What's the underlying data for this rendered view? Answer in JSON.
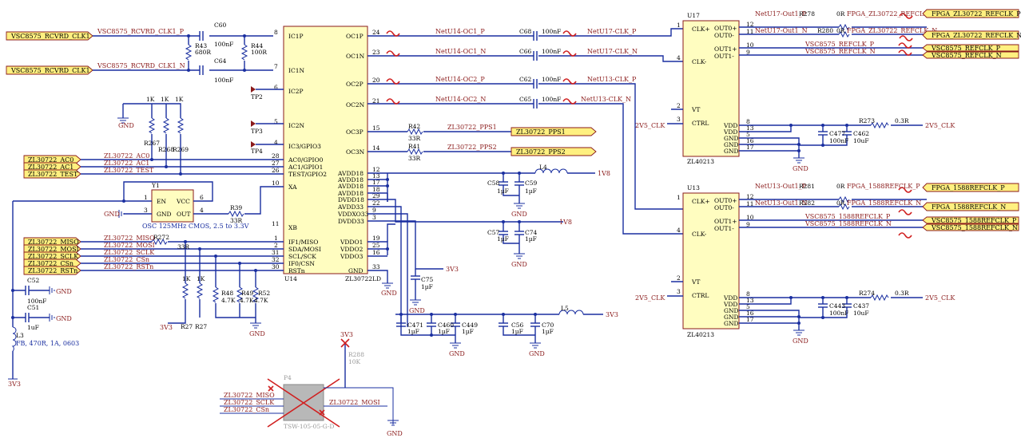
{
  "colors": {
    "wire": "#1a2fa0",
    "component_border": "#8a1a1a",
    "component_fill": "#fffdc0",
    "port_fill": "#fff080",
    "no_connect": "#d02020",
    "disabled": "#999999"
  },
  "ports_left": {
    "p1": "VSC8575_RCVRD_CLK1",
    "p2": "VSC8575_RCVRD_CLK1",
    "p3": "ZL30722_AC0",
    "p4": "ZL30722_AC1",
    "p5": "ZL30722_TEST",
    "p6": "ZL30722_MISO",
    "p7": "ZL30722_MOSI",
    "p8": "ZL30722_SCLK",
    "p9": "ZL30722_CSn",
    "p10": "ZL30722_RSTn"
  },
  "nets": {
    "rcvrd_p": "VSC8575_RCVRD_CLK1_P",
    "rcvrd_n": "VSC8575_RCVRD_CLK1_N",
    "ac0": "ZL30722_AC0",
    "ac1": "ZL30722_AC1",
    "test": "ZL30722_TEST",
    "miso": "ZL30722_MISO",
    "mosi": "ZL30722_MOSI",
    "sclk": "ZL30722_SCLK",
    "csn": "ZL30722_CSn",
    "rstn": "ZL30722_RSTn",
    "oc1p": "NetU14-OC1_P",
    "oc1n": "NetU14-OC1_N",
    "oc2p": "NetU14-OC2_P",
    "oc2n": "NetU14-OC2_N",
    "u17p": "NetU17-CLK_P",
    "u17n": "NetU17-CLK_N",
    "u13p": "NetU13-CLK_P",
    "u13n": "NetU13-CLK_N",
    "pps1": "ZL30722_PPS1",
    "pps2": "ZL30722_PPS2",
    "u17o1p": "NetU17-Out1_P",
    "u17o1n": "NetU17-Out1_N",
    "u13o1p": "NetU13-Out1_P",
    "u13o1n": "NetU13-Out1_N",
    "fpga_ref_p": "FPGA_ZL30722_REFCLK_P",
    "fpga_ref_n": "FPGA_ZL30722_REFCLK_N",
    "vsc_ref_p": "VSC8575_REFCLK_P",
    "vsc_ref_n": "VSC8575_REFCLK_N",
    "fpga_1588_p": "FPGA_1588REFCLK_P",
    "fpga_1588_n": "FPGA_1588REFCLK_N",
    "vsc_1588_p": "VSC8575_1588REFCLK_P",
    "vsc_1588_n": "VSC8575_1588REFCLK_N",
    "v1v8": "1V8",
    "v3v3": "3V3",
    "v2v5clk": "2V5_CLK",
    "gnd": "GND"
  },
  "ports_right": {
    "r1": "FPGA_ZL30722_REFCLK_P",
    "r2": "FPGA_ZL30722_REFCLK_N",
    "r3": "VSC8575_REFCLK_P",
    "r4": "VSC8575_REFCLK_N",
    "r5": "FPGA_1588REFCLK_P",
    "r6": "FPGA_1588REFCLK_N",
    "r7": "VSC8575_1588REFCLK_P",
    "r8": "VSC8575_1588REFCLK_N",
    "pps1": "ZL30722_PPS1",
    "pps2": "ZL30722_PPS2"
  },
  "u14": {
    "ref": "U14",
    "part": "ZL30722LD",
    "left_pins": [
      {
        "num": "8",
        "name": "IC1P"
      },
      {
        "num": "7",
        "name": "IC1N"
      },
      {
        "num": "6",
        "name": "IC2P"
      },
      {
        "num": "5",
        "name": "IC2N"
      },
      {
        "num": "4",
        "name": "IC3/GPIO3"
      },
      {
        "num": "28",
        "name": "AC0/GPIO0"
      },
      {
        "num": "27",
        "name": "AC1/GPIO1"
      },
      {
        "num": "26",
        "name": "TEST/GPIO2"
      },
      {
        "num": "10",
        "name": "XA"
      },
      {
        "num": "11",
        "name": "XB"
      },
      {
        "num": "1",
        "name": "IF1/MISO"
      },
      {
        "num": "2",
        "name": "SDA/MOSI"
      },
      {
        "num": "31",
        "name": "SCL/SCK"
      },
      {
        "num": "32",
        "name": "IF0/CSN"
      },
      {
        "num": "30",
        "name": "RSTn"
      }
    ],
    "right_pins": [
      {
        "num": "24",
        "name": "OC1P"
      },
      {
        "num": "23",
        "name": "OC1N"
      },
      {
        "num": "20",
        "name": "OC2P"
      },
      {
        "num": "21",
        "name": "OC2N"
      },
      {
        "num": "15",
        "name": "OC3P"
      },
      {
        "num": "14",
        "name": "OC3N"
      },
      {
        "num": "12",
        "name": "AVDD18"
      },
      {
        "num": "13",
        "name": "AVDD18"
      },
      {
        "num": "17",
        "name": "AVDD18"
      },
      {
        "num": "18",
        "name": "AVDD18"
      },
      {
        "num": "29",
        "name": "DVDD18"
      },
      {
        "num": "22",
        "name": "AVDD33"
      },
      {
        "num": "9",
        "name": "VDDXO33"
      },
      {
        "num": "3",
        "name": "DVDD33"
      },
      {
        "num": "19",
        "name": "VDDO1"
      },
      {
        "num": "25",
        "name": "VDDO2"
      },
      {
        "num": "16",
        "name": "VDDO3"
      },
      {
        "num": "33",
        "name": "GND"
      }
    ]
  },
  "u17": {
    "ref": "U17",
    "part": "ZL40213",
    "left_pins": [
      {
        "num": "1",
        "name": "CLK+"
      },
      {
        "num": "4",
        "name": "CLK-"
      },
      {
        "num": "2",
        "name": "VT"
      },
      {
        "num": "3",
        "name": "CTRL"
      }
    ],
    "right_pins": [
      {
        "num": "12",
        "name": "OUT0+"
      },
      {
        "num": "11",
        "name": "OUT0-"
      },
      {
        "num": "10",
        "name": "OUT1+"
      },
      {
        "num": "9",
        "name": "OUT1-"
      },
      {
        "num": "8",
        "name": "VDD"
      },
      {
        "num": "13",
        "name": "VDD"
      },
      {
        "num": "5",
        "name": "GND"
      },
      {
        "num": "16",
        "name": "GND"
      },
      {
        "num": "17",
        "name": "GND"
      }
    ]
  },
  "u13": {
    "ref": "U13",
    "part": "ZL40213",
    "left_pins": [
      {
        "num": "1",
        "name": "CLK+"
      },
      {
        "num": "4",
        "name": "CLK-"
      },
      {
        "num": "2",
        "name": "VT"
      },
      {
        "num": "3",
        "name": "CTRL"
      }
    ],
    "right_pins": [
      {
        "num": "12",
        "name": "OUT0+"
      },
      {
        "num": "11",
        "name": "OUT0-"
      },
      {
        "num": "10",
        "name": "OUT1+"
      },
      {
        "num": "9",
        "name": "OUT1-"
      },
      {
        "num": "8",
        "name": "VDD"
      },
      {
        "num": "13",
        "name": "VDD"
      },
      {
        "num": "5",
        "name": "GND"
      },
      {
        "num": "16",
        "name": "GND"
      },
      {
        "num": "17",
        "name": "GND"
      }
    ]
  },
  "y1": {
    "ref": "Y1",
    "desc": "OSC 125MHz CMOS, 2.5 to 3.3V",
    "pins": [
      {
        "num": "1",
        "name": "EN"
      },
      {
        "num": "6",
        "name": "VCC"
      },
      {
        "num": "3",
        "name": "GND"
      },
      {
        "num": "4",
        "name": "OUT"
      }
    ]
  },
  "p4": {
    "ref": "P4",
    "part": "TSW-105-05-G-D"
  },
  "l3": {
    "ref": "L3",
    "desc": "FB, 470R, 1A, 0603"
  },
  "components": {
    "c60": "C60",
    "c60v": "100nF",
    "c64": "C64",
    "c64v": "100nF",
    "r43": "R43",
    "r43v": "680R",
    "r44": "R44",
    "r44v": "100R",
    "c68": "C68",
    "c68v": "100nF",
    "c66": "C66",
    "c66v": "100nF",
    "c62": "C62",
    "c62v": "100nF",
    "c65": "C65",
    "c65v": "100nF",
    "r42": "R42",
    "r42v": "33R",
    "r41": "R41",
    "r41v": "33R",
    "r39": "R39",
    "r39v": "33R",
    "r267": "R267",
    "r268": "R268",
    "r269": "R269",
    "rkv": "1K",
    "r272": "R272",
    "r272v": "33R",
    "r48": "R48",
    "r48v": "4.7K",
    "r49": "R49",
    "r49v": "4.7K",
    "r52": "R52",
    "r52v": "4.7K",
    "r27a": "R27",
    "r27b": "R27",
    "c52": "C52",
    "c52v": "100nF",
    "c51": "C51",
    "c51v": "1uF",
    "c58": "C58",
    "c58v": "1µF",
    "c59": "C59",
    "c59v": "1µF",
    "c57": "C57",
    "c57v": "1µF",
    "c74": "C74",
    "c74v": "1µF",
    "c75": "C75",
    "c75v": "1µF",
    "c471": "C471",
    "c471v": "1µF",
    "c460": "C460",
    "c460v": "1µF",
    "c449": "C449",
    "c449v": "1µF",
    "c56": "C56",
    "c56v": "1µF",
    "c70": "C70",
    "c70v": "1µF",
    "l4": "L4",
    "l5": "L5",
    "r278": "R278",
    "r280": "R280",
    "r281": "R281",
    "r282": "R282",
    "r0v": "0R",
    "r273": "R273",
    "r273v": "0.3R",
    "r274": "R274",
    "r274v": "0.3R",
    "c477": "C477",
    "c477v": "100nF",
    "c462": "C462",
    "c462v": "10uF",
    "c443": "C443",
    "c443v": "100nF",
    "c437": "C437",
    "c437v": "10uF",
    "r288": "R288",
    "r288v": "10K"
  },
  "testpoints": {
    "tp2": "TP2",
    "tp3": "TP3",
    "tp4": "TP4"
  },
  "p4_pins": [
    "ZL30722_MISO",
    "ZL30722_SCLK",
    "ZL30722_CSn",
    "ZL30722_MOSI"
  ]
}
